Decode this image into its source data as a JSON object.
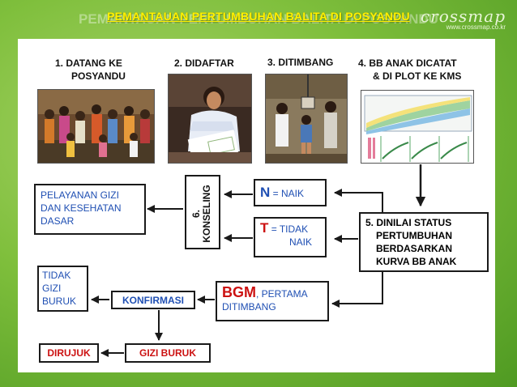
{
  "header": {
    "title": "PEMANTAUAN PERTUMBUHAN BALITA DI POSYANDU",
    "title_ghost": "PEMANTAUAN PERTUMBUHAN BALITA DI POSYANDU",
    "brand": "crossmap",
    "brand_url": "www.crossmap.co.kr"
  },
  "steps": [
    {
      "label_1": "1. DATANG KE",
      "label_2": "POSYANDU",
      "icon": "crowd-photo"
    },
    {
      "label_1": "2. DIDAFTAR",
      "icon": "registration-photo"
    },
    {
      "label_1": "3. DITIMBANG",
      "icon": "weighing-photo"
    },
    {
      "label_1": "4. BB ANAK DICATAT",
      "label_2": "& DI PLOT KE KMS",
      "icon": "kms-chart-photo"
    }
  ],
  "boxes": {
    "service_1": "PELAYANAN GIZI",
    "service_2": "DAN KESEHATAN",
    "service_3": "DASAR",
    "counseling_1": "6.",
    "counseling_2": "KONSELING",
    "naik_letter": "N",
    "naik_text": " = NAIK",
    "tidak_letter": "T",
    "tidak_text": " = TIDAK",
    "tidak_text_2": "NAIK",
    "status_1": "5. DINILAI STATUS",
    "status_2": "PERTUMBUHAN",
    "status_3": "BERDASARKAN",
    "status_4": "KURVA BB ANAK",
    "bgm_bold": "BGM",
    "bgm_text": ", PERTAMA",
    "bgm_text_2": "DITIMBANG",
    "konfirmasi": "KONFIRMASI",
    "tidak_gizi_1": "TIDAK",
    "tidak_gizi_2": "GIZI",
    "tidak_gizi_3": "BURUK",
    "gizi_buruk": "GIZI BURUK",
    "dirujuk": "DIRUJUK"
  },
  "colors": {
    "background": "#7fbf3c",
    "title": "#fff200",
    "blue_text": "#1f4fb3",
    "red_text": "#cc1111"
  }
}
